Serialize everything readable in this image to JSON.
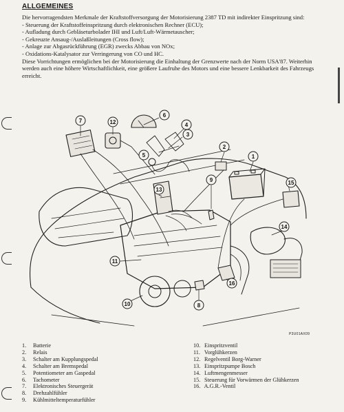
{
  "heading": "ALLGEMEINES",
  "intro": {
    "lead": "Die hervorragendsten Merkmale der Kraftstoffversorgung der Motorisierung 2387 TD mit indirekter Einspritzung sind:",
    "bullets": [
      "- Steuerung der Kraftstoffeinspritzung durch elektronischen Rechner (ECU);",
      "- Aufladung durch Gebläseturbolader IHI und Luft/Luft-Wärmetauscher;",
      "- Gekreuzte Ansaug-/Auslaßleitungen (Cross flow);",
      "- Anlage zur Abgasrückführung (EGR) zwecks Abbau von NOx;",
      "- Oxidations-Katalysator zur Verringerung von CO und HC."
    ],
    "outro": "Diese Vorrichtungen ermöglichen bei der Motorisierung die Einhaltung der Grenzwerte nach der Norm USA'87. Weiterhin werden auch eine höhere Wirtschaftlichkeit, eine größere Laufruhe des Motors und eine bessere Lenkbarkeit des Fahrzeugs erreicht."
  },
  "figure": {
    "callouts": [
      "1",
      "2",
      "3",
      "4",
      "5",
      "6",
      "7",
      "8",
      "9",
      "10",
      "11",
      "12",
      "13",
      "14",
      "15",
      "16"
    ],
    "code": "P3U01AX09"
  },
  "legend_left": [
    {
      "num": "1.",
      "text": "Batterie"
    },
    {
      "num": "2.",
      "text": "Relais"
    },
    {
      "num": "3.",
      "text": "Schalter am Kupplungspedal"
    },
    {
      "num": "4.",
      "text": "Schalter am Bremspedal"
    },
    {
      "num": "5.",
      "text": "Potentiometer am Gaspedal"
    },
    {
      "num": "6.",
      "text": "Tachometer"
    },
    {
      "num": "7.",
      "text": "Elektronisches Steuergerät"
    },
    {
      "num": "8.",
      "text": "Drehzahlfühler"
    },
    {
      "num": "9.",
      "text": "Kühlmitteltemperaturfühler"
    }
  ],
  "legend_right": [
    {
      "num": "10.",
      "text": "Einspritzventil"
    },
    {
      "num": "11.",
      "text": "Vorglühkerzen"
    },
    {
      "num": "12.",
      "text": "Regelventil Borg-Warner"
    },
    {
      "num": "13.",
      "text": "Einspritzpumpe Bosch"
    },
    {
      "num": "14.",
      "text": "Luftmengenmesser"
    },
    {
      "num": "15.",
      "text": "Steuerung für Vorwärmen der Glühkerzen"
    },
    {
      "num": "16.",
      "text": "A.G.R.-Ventil"
    }
  ]
}
